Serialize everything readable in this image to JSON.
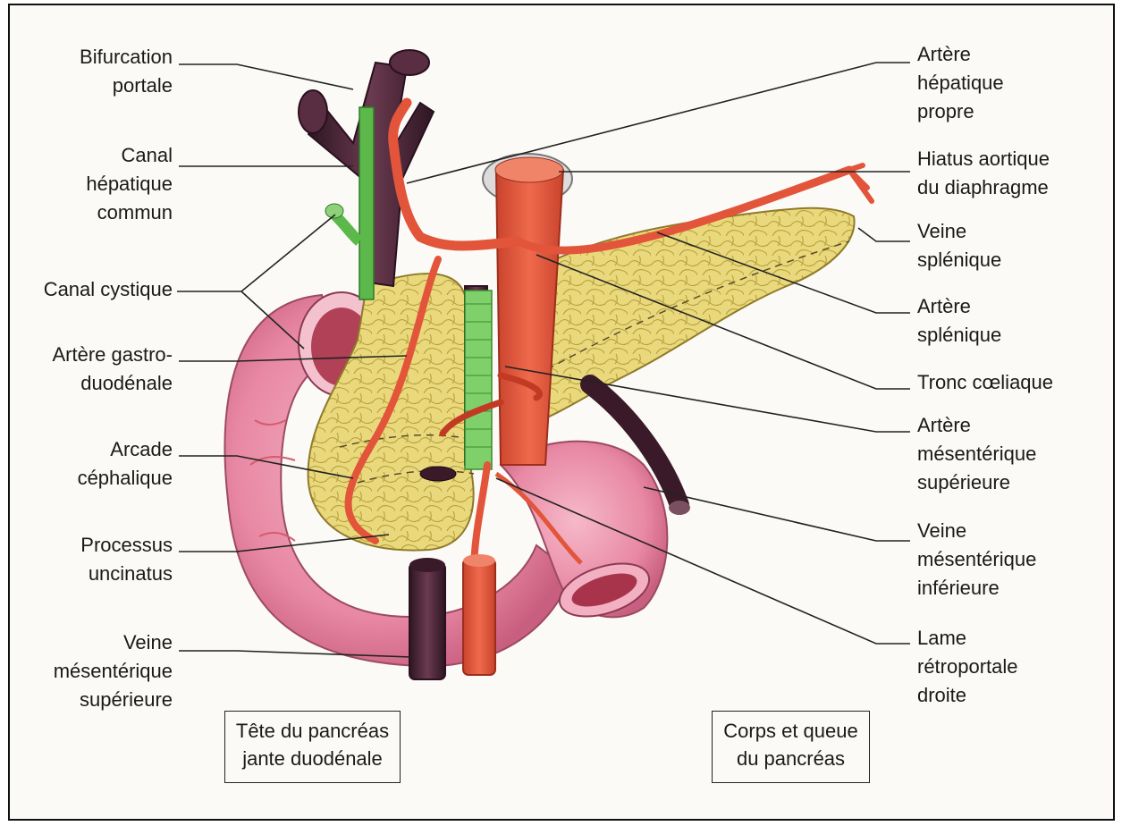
{
  "labels_left": [
    {
      "id": "bifurcation-portale",
      "lines": [
        "Bifurcation",
        "portale"
      ]
    },
    {
      "id": "canal-hepatique-commun",
      "lines": [
        "Canal",
        "hépatique",
        "commun"
      ]
    },
    {
      "id": "canal-cystique",
      "lines": [
        "Canal cystique"
      ]
    },
    {
      "id": "artere-gastroduodenale",
      "lines": [
        "Artère gastro-",
        "duodénale"
      ]
    },
    {
      "id": "arcade-cephalique",
      "lines": [
        "Arcade",
        "céphalique"
      ]
    },
    {
      "id": "processus-uncinatus",
      "lines": [
        "Processus",
        "uncinatus"
      ]
    },
    {
      "id": "veine-mesenterique-superieure",
      "lines": [
        "Veine",
        "mésentérique",
        "supérieure"
      ]
    }
  ],
  "labels_right": [
    {
      "id": "artere-hepatique-propre",
      "lines": [
        "Artère",
        "hépatique",
        "propre"
      ]
    },
    {
      "id": "hiatus-aortique",
      "lines": [
        "Hiatus aortique",
        "du diaphragme"
      ]
    },
    {
      "id": "veine-splenique",
      "lines": [
        "Veine",
        "splénique"
      ]
    },
    {
      "id": "artere-splenique",
      "lines": [
        "Artère",
        "splénique"
      ]
    },
    {
      "id": "tronc-coeliaque",
      "lines": [
        "Tronc cœliaque"
      ]
    },
    {
      "id": "artere-mesenterique-superieure",
      "lines": [
        "Artère",
        "mésentérique",
        "supérieure"
      ]
    },
    {
      "id": "veine-mesenterique-inferieure",
      "lines": [
        "Veine",
        "mésentérique",
        "inférieure"
      ]
    },
    {
      "id": "lame-retroportale-droite",
      "lines": [
        "Lame",
        "rétroportale",
        "droite"
      ]
    }
  ],
  "boxes": [
    {
      "id": "tete-du-pancreas",
      "lines": [
        "Tête du pancréas",
        "jante duodénale"
      ]
    },
    {
      "id": "corps-et-queue",
      "lines": [
        "Corps et queue",
        "du pancréas"
      ]
    }
  ],
  "colors": {
    "artery": "#e2553a",
    "vein": "#4a2535",
    "bile_duct": "#5cb84a",
    "pancreas": "#e8d77a",
    "duodenum": "#e889a6",
    "leader_line": "#222222"
  }
}
